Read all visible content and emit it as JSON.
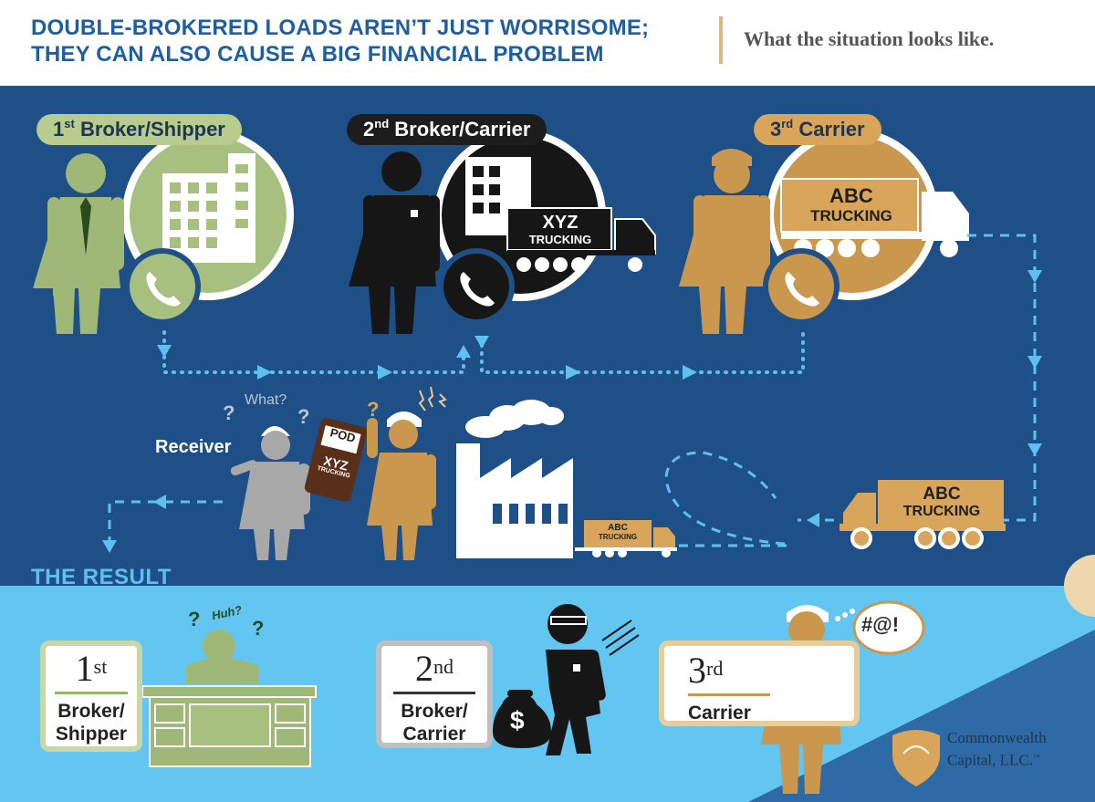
{
  "header": {
    "title_line1": "DOUBLE-BROKERED LOADS AREN’T JUST WORRISOME;",
    "title_line2": "THEY CAN ALSO CAUSE A BIG FINANCIAL PROBLEM",
    "subtitle": "What the situation looks like."
  },
  "roles": [
    {
      "ordinal": "1",
      "suffix": "st",
      "name": "Broker/Shipper"
    },
    {
      "ordinal": "2",
      "suffix": "nd",
      "name": "Broker/Carrier"
    },
    {
      "ordinal": "3",
      "suffix": "rd",
      "name": "Carrier"
    }
  ],
  "trucks": {
    "xyz_line1": "XYZ",
    "xyz_line2": "TRUCKING",
    "abc_line1": "ABC",
    "abc_line2": "TRUCKING"
  },
  "receiver": {
    "label": "Receiver",
    "speech": "What?",
    "question_mark": "?",
    "pod_title": "POD",
    "pod_line1": "XYZ",
    "pod_line2": "TRUCKING"
  },
  "result": {
    "title": "THE RESULT",
    "cards": [
      {
        "ordinal": "1",
        "suffix": "st",
        "name_line1": "Broker/",
        "name_line2": "Shipper"
      },
      {
        "ordinal": "2",
        "suffix": "nd",
        "name_line1": "Broker/",
        "name_line2": "Carrier"
      },
      {
        "ordinal": "3",
        "suffix": "rd",
        "name_line1": "Carrier",
        "name_line2": ""
      }
    ],
    "huh": "Huh?",
    "curse": "#@!",
    "money_symbol": "$"
  },
  "brand": {
    "line1": "Commonwealth",
    "line2": "Capital, LLC.",
    "mark": "™"
  },
  "colors": {
    "navy": "#1e4f86",
    "sky": "#63c6f1",
    "green": "#9fb878",
    "gold": "#c9974d",
    "black": "#161616",
    "dash": "#5fc0ef"
  },
  "icons": [
    "phone-icon",
    "building-icon",
    "truck-icon",
    "factory-icon",
    "money-bag-icon",
    "shield-logo-icon"
  ]
}
